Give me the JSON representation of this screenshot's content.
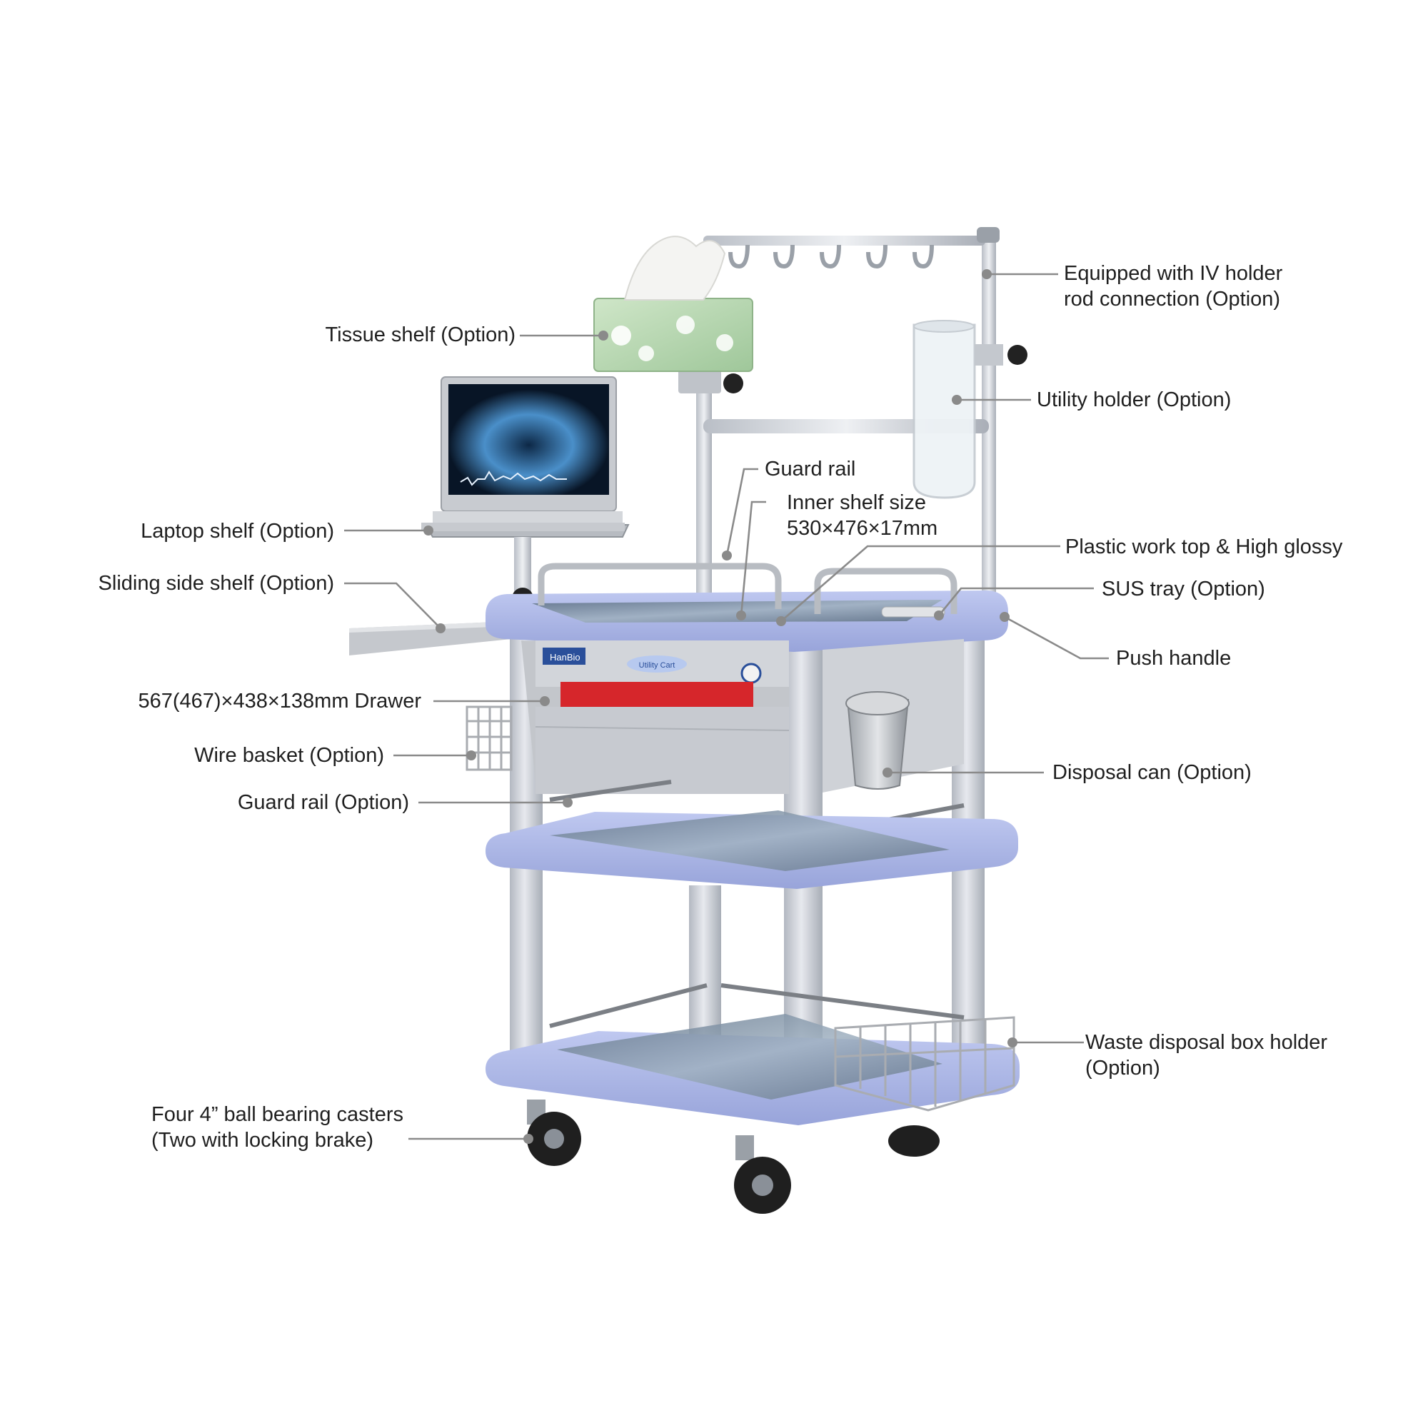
{
  "colors": {
    "tray_blue": "#a9b4e6",
    "frame_grey": "#c9cdd3",
    "drawer_red": "#d6262b",
    "leader_grey": "#8a8a8a"
  },
  "product": {
    "brand_logo": "HanBio",
    "front_badge": "Utility Cart"
  },
  "callouts": {
    "iv_holder": [
      "Equipped with IV holder",
      "rod connection (Option)"
    ],
    "tissue_shelf": "Tissue shelf (Option)",
    "utility_holder": "Utility holder (Option)",
    "guard_rail_top": "Guard rail",
    "inner_shelf": [
      "Inner shelf size",
      "530×476×17mm"
    ],
    "laptop_shelf": "Laptop shelf (Option)",
    "work_top": "Plastic work top & High glossy",
    "sliding_shelf": "Sliding side shelf (Option)",
    "sus_tray": "SUS tray (Option)",
    "push_handle": "Push handle",
    "drawer": "567(467)×438×138mm Drawer",
    "wire_basket": "Wire basket (Option)",
    "disposal_can": "Disposal can (Option)",
    "guard_rail_option": "Guard rail (Option)",
    "waste_holder": [
      "Waste disposal box holder",
      "(Option)"
    ],
    "casters": [
      "Four 4” ball bearing casters",
      "(Two with locking brake)"
    ]
  }
}
